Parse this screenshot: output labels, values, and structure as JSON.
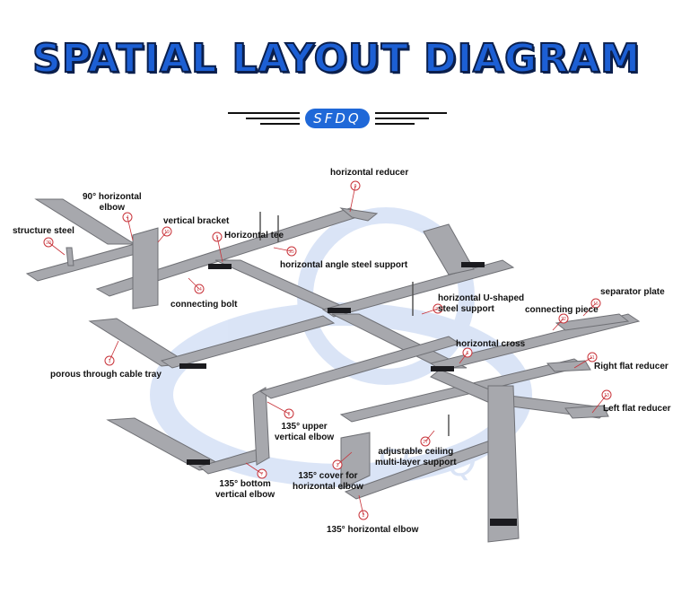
{
  "title": "SPATIAL LAYOUT DIAGRAM",
  "brand": "SFDQ",
  "watermark": "SFDQ",
  "colors": {
    "title": "#1c5fd4",
    "tray": "#a7a8ad",
    "tray_edge": "#6f7075",
    "callout": "#c8333a"
  },
  "labels": {
    "horizontal_reducer": "horizontal reducer",
    "elbow_90": "90° horizontal\nelbow",
    "vertical_bracket": "vertical bracket",
    "structure_steel": "structure steel",
    "horizontal_tee": "Horizontal tee",
    "angle_steel_support": "horizontal angle steel support",
    "connecting_bolt": "connecting bolt",
    "u_shaped_support": "horizontal U-shaped\nsteel support",
    "separator_plate": "separator plate",
    "connecting_piece": "connecting piece",
    "porous_tray": "porous through cable tray",
    "horizontal_cross": "horizontal cross",
    "right_flat_reducer": "Right flat reducer",
    "upper_vertical_elbow": "135° upper\nvertical elbow",
    "left_flat_reducer": "Left flat reducer",
    "adjustable_ceiling": "adjustable ceiling\nmulti-layer support",
    "bottom_vertical_elbow": "135° bottom\nvertical elbow",
    "cover_horizontal_elbow": "135° cover for\nhorizontal elbow",
    "horizontal_elbow_135": "135° horizontal elbow"
  },
  "callouts": [
    "9",
    "4",
    "19",
    "20",
    "5",
    "25",
    "14",
    "23",
    "16",
    "22",
    "1",
    "6",
    "11",
    "8",
    "13",
    "27",
    "3",
    "7",
    "2"
  ]
}
